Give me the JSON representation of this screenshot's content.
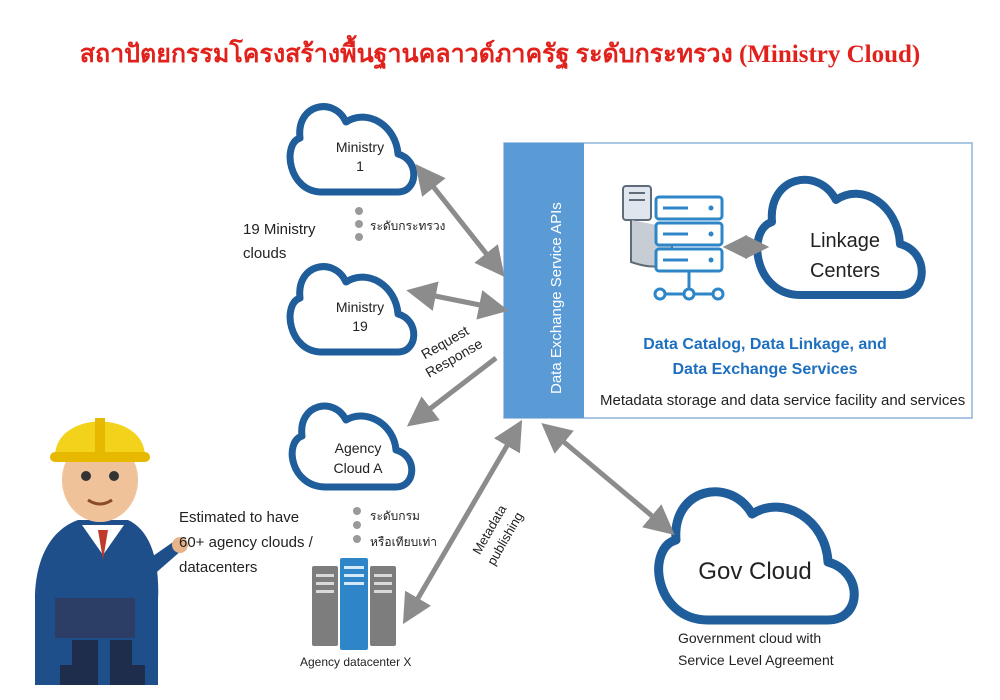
{
  "title": "สถาปัตยกรรมโครงสร้างพื้นฐานคลาวด์ภาครัฐ ระดับกระทรวง (Ministry Cloud)",
  "clouds": {
    "ministry1": {
      "line1": "Ministry",
      "line2": "1"
    },
    "ministry19": {
      "line1": "Ministry",
      "line2": "19"
    },
    "agencyA": {
      "line1": "Agency",
      "line2": "Cloud A"
    },
    "linkage": {
      "line1": "Linkage",
      "line2": "Centers"
    },
    "gov": {
      "label": "Gov Cloud"
    }
  },
  "labels": {
    "ministry_level": "ระดับกระทรวง",
    "ministry_count_line1": "19 Ministry",
    "ministry_count_line2": "clouds",
    "request": "Request",
    "response": "Response",
    "dept_level": "ระดับกรม",
    "dept_equiv": "หรือเทียบเท่า",
    "agency_est_line1": "Estimated to have",
    "agency_est_line2": "60+ agency clouds /",
    "agency_est_line3": "datacenters",
    "datacenter": "Agency datacenter X",
    "metadata": "Metadata",
    "publishing": "publishing",
    "api_bar": "Data Exchange Service APIs",
    "catalog_line1": "Data Catalog, Data Linkage, and",
    "catalog_line2": "Data Exchange Services",
    "metadata_storage": "Metadata storage and data service facility and services",
    "gov_desc_line1": "Government cloud with",
    "gov_desc_line2": "Service Level Agreement"
  },
  "colors": {
    "title": "#e1221c",
    "cloud_stroke": "#1f5e9b",
    "api_bar": "#5b9bd5",
    "catalog_text": "#1f6fbf",
    "arrow": "#8c8c8c",
    "server_blue": "#2e86c9"
  }
}
